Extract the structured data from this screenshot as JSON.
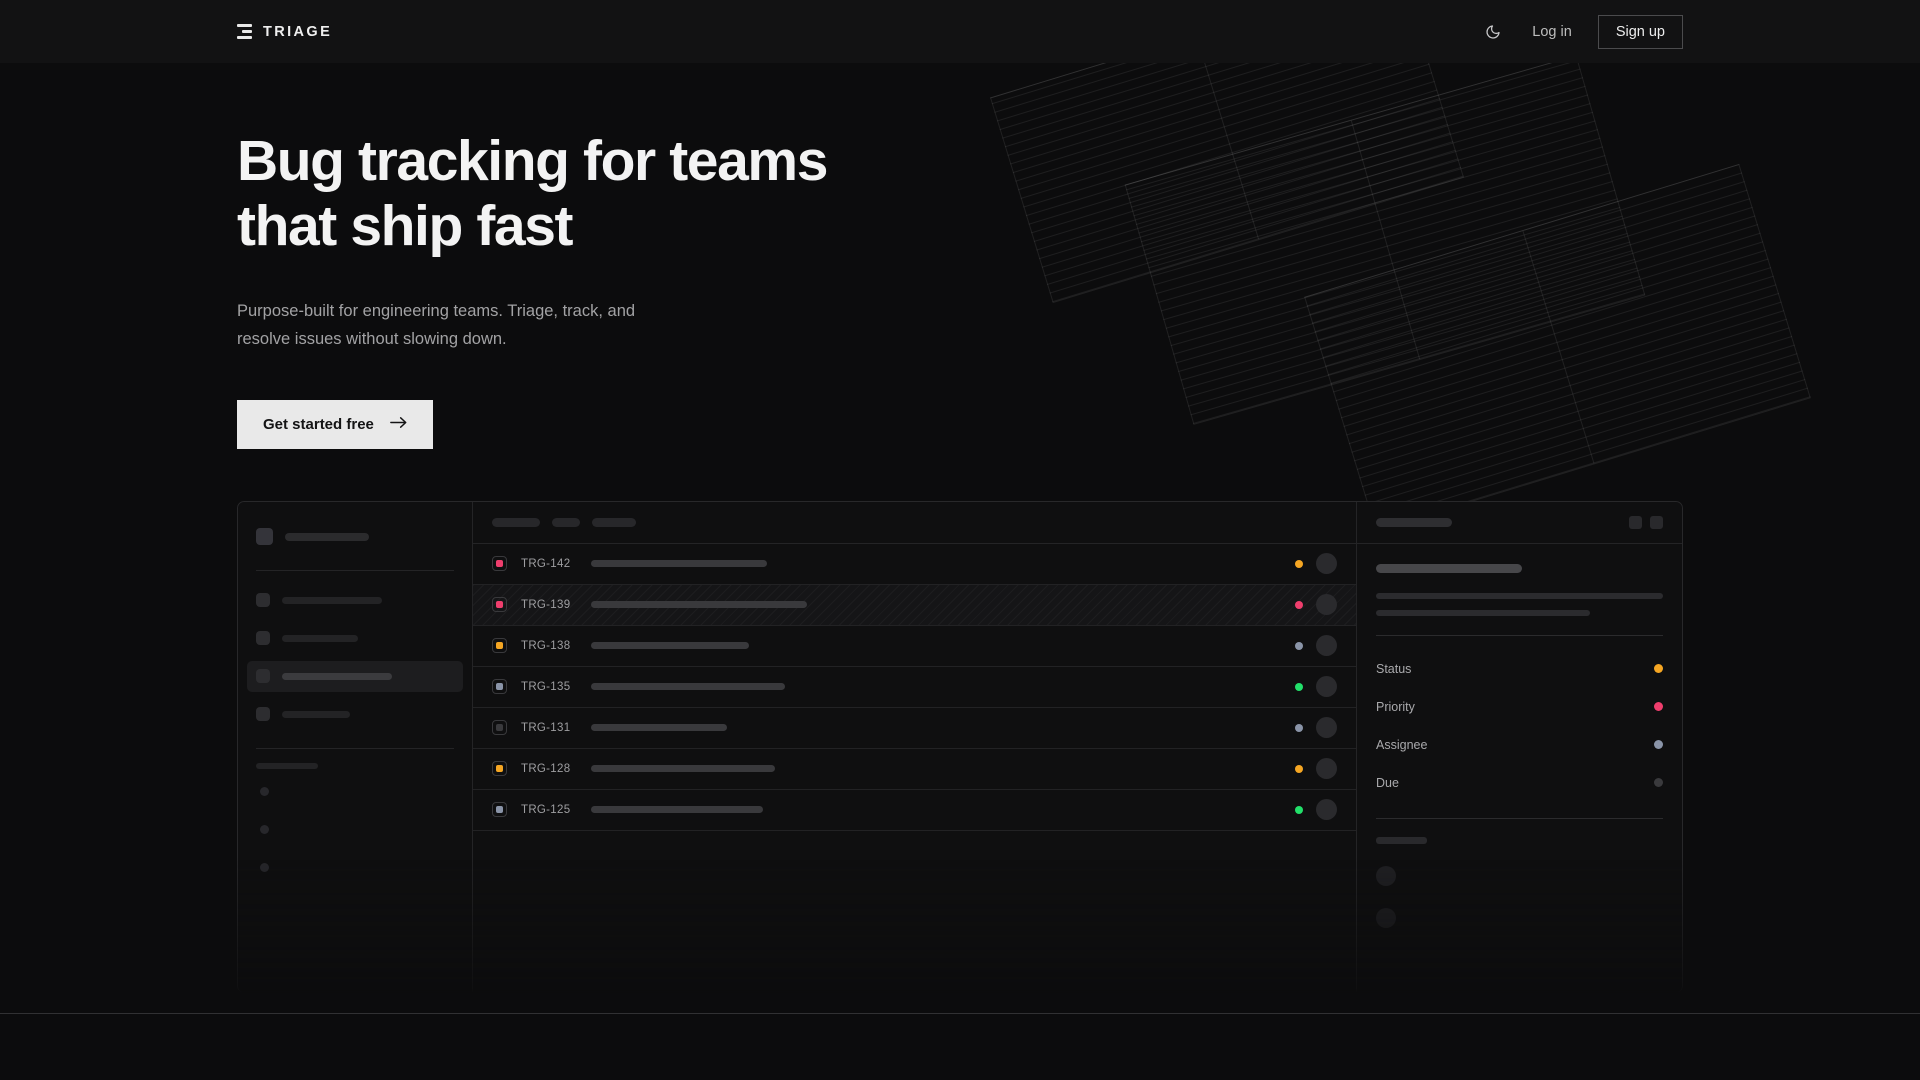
{
  "header": {
    "brand": "TRIAGE",
    "brand_icon": "stacked-bars-logo-icon",
    "theme_toggle_icon": "moon-icon",
    "login_label": "Log in",
    "signup_label": "Sign up"
  },
  "hero": {
    "title_line1": "Bug tracking for teams",
    "title_line2": "that ship fast",
    "subtitle_line1": "Purpose-built for engineering teams. Triage, track, and",
    "subtitle_line2": "resolve issues without slowing down.",
    "cta_label": "Get started free",
    "cta_icon": "arrow-right-icon"
  },
  "colors": {
    "page_bg": "#0c0c0d",
    "header_bg": "#121213",
    "cta_bg": "#e9e9e9",
    "status_orange": "#f5a623",
    "status_pink": "#ef3e6d",
    "status_green": "#22e06a",
    "status_slate": "#8a94a8",
    "status_muted": "#3a3a3d",
    "border": "#28282a"
  },
  "mockup": {
    "sidebar": {
      "nav_items": [
        {
          "state": "default"
        },
        {
          "state": "default"
        },
        {
          "state": "active"
        },
        {
          "state": "default"
        }
      ],
      "mini_items": 3
    },
    "list": {
      "toolbar_pills": [
        48,
        28,
        44
      ],
      "rows": [
        {
          "id": "TRG-142",
          "priority": "pink",
          "status": "orange",
          "title_width": 176,
          "selected": false
        },
        {
          "id": "TRG-139",
          "priority": "pink",
          "status": "pink",
          "title_width": 216,
          "selected": true
        },
        {
          "id": "TRG-138",
          "priority": "orange",
          "status": "slate",
          "title_width": 158,
          "selected": false
        },
        {
          "id": "TRG-135",
          "priority": "slate",
          "status": "green",
          "title_width": 194,
          "selected": false
        },
        {
          "id": "TRG-131",
          "priority": "muted",
          "status": "slate",
          "title_width": 136,
          "selected": false
        },
        {
          "id": "TRG-128",
          "priority": "orange",
          "status": "orange",
          "title_width": 184,
          "selected": false
        },
        {
          "id": "TRG-125",
          "priority": "slate",
          "status": "green",
          "title_width": 172,
          "selected": false
        }
      ]
    },
    "detail": {
      "description_lines": [
        287,
        214
      ],
      "meta": [
        {
          "label": "Status",
          "dot": "orange"
        },
        {
          "label": "Priority",
          "dot": "pink"
        },
        {
          "label": "Assignee",
          "dot": "slate"
        },
        {
          "label": "Due",
          "dot": "muted"
        }
      ],
      "activity_avatars": 2
    }
  }
}
